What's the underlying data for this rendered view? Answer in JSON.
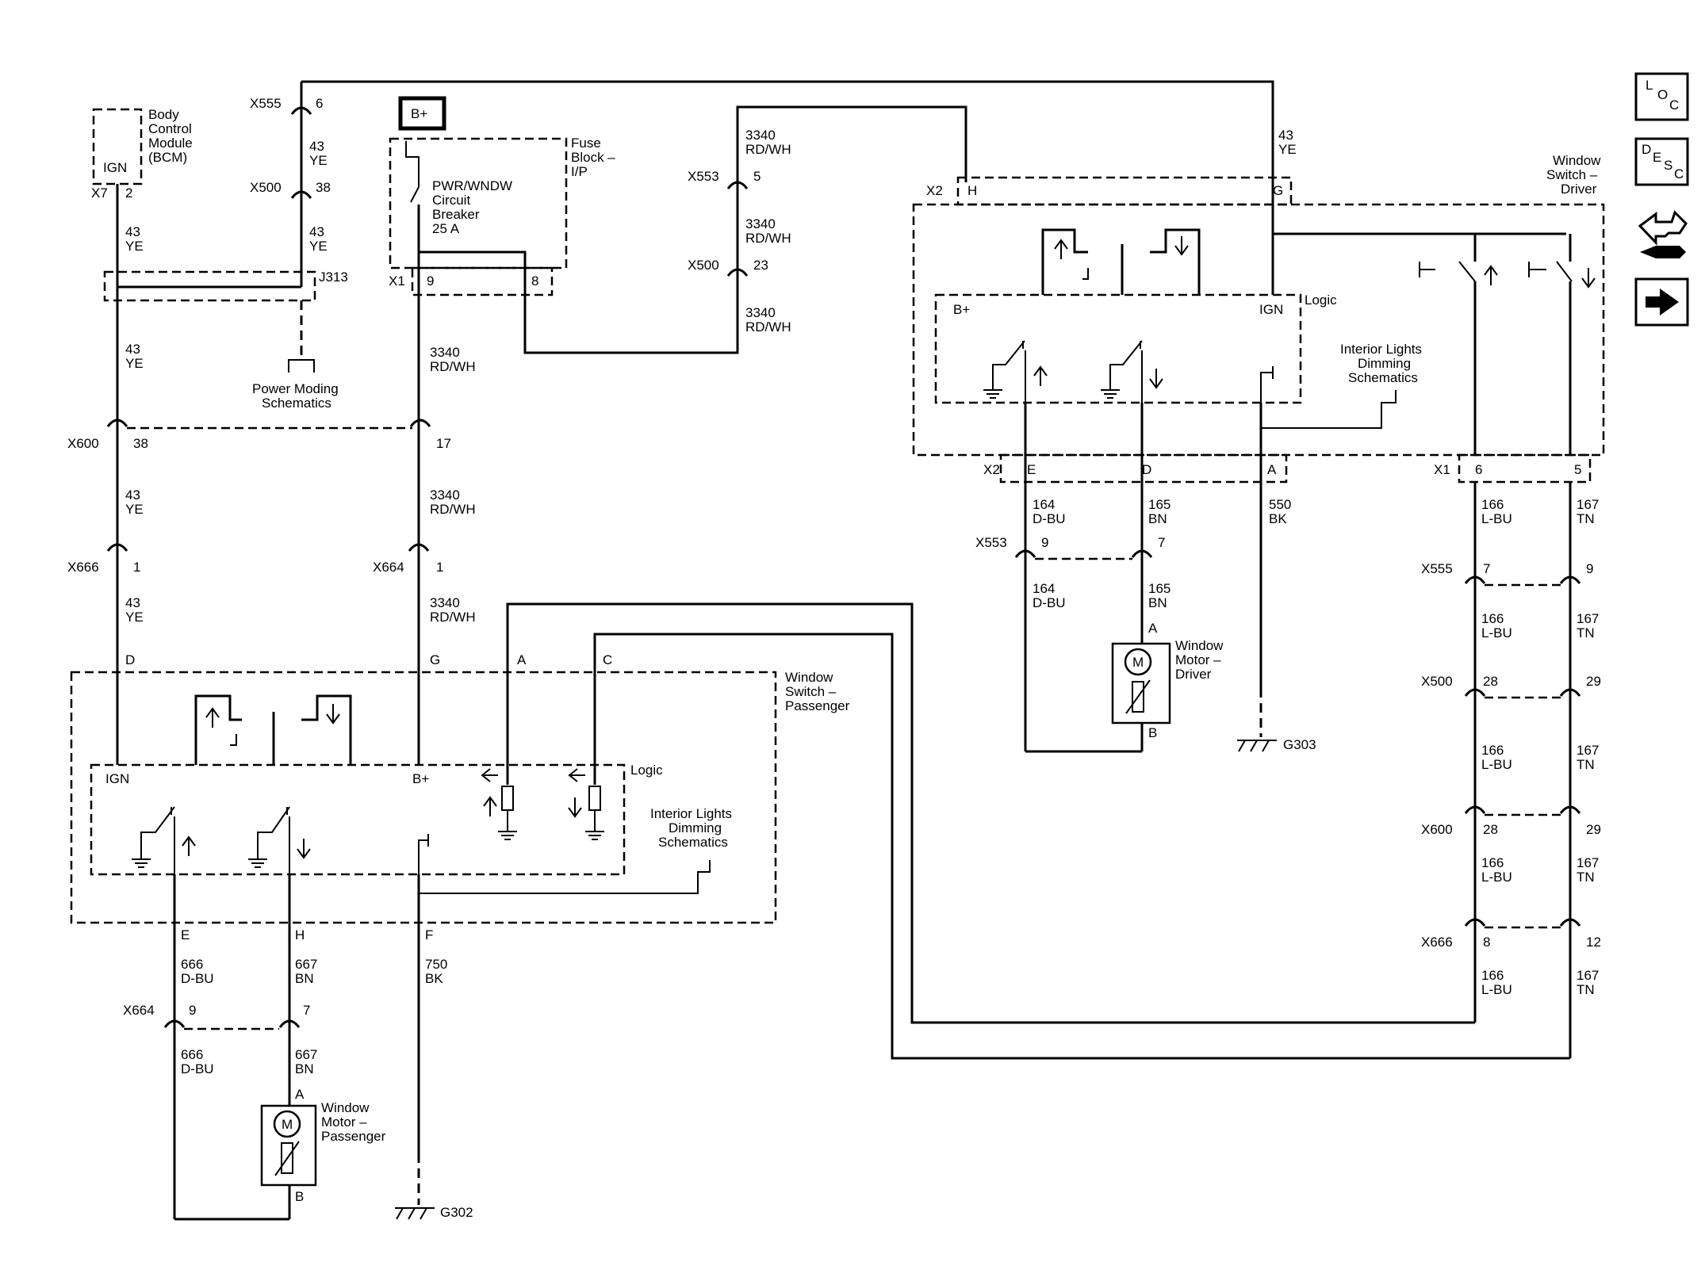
{
  "nav": {
    "loc_letters": [
      "L",
      "O",
      "C"
    ],
    "desc_letters": [
      "D",
      "E",
      "S",
      "C"
    ]
  },
  "icons": [
    "loc-icon",
    "desc-icon",
    "repair-icon",
    "next-arrow-icon",
    "b-plus-icon",
    "ground-icon",
    "motor-icon",
    "switch-icon"
  ],
  "labels": {
    "b_plus": "B+",
    "bcm": [
      "Body",
      "Control",
      "Module",
      "(BCM)"
    ],
    "bcm_ign": "IGN",
    "bcm_conn": "X7",
    "bcm_pin": "2",
    "fuse_block": [
      "Fuse",
      "Block –",
      "I/P"
    ],
    "breaker": [
      "PWR/WNDW",
      "Circuit",
      "Breaker",
      "25 A"
    ],
    "fuse_conn": "X1",
    "fuse_pin_9": "9",
    "fuse_pin_8": "8",
    "j313": "J313",
    "power_moding": [
      "Power Moding",
      "Schematics"
    ],
    "driver_switch": [
      "Window",
      "Switch –",
      "Driver"
    ],
    "passenger_switch": [
      "Window",
      "Switch –",
      "Passenger"
    ],
    "logic": "Logic",
    "ign": "IGN",
    "b_plus_pin": "B+",
    "interior": [
      "Interior Lights",
      "Dimming",
      "Schematics"
    ],
    "driver_motor": [
      "Window",
      "Motor –",
      "Driver"
    ],
    "passenger_motor": [
      "Window",
      "Motor –",
      "Passenger"
    ],
    "motor_m": "M",
    "g302": "G302",
    "g303": "G303"
  },
  "connectors": {
    "x555_top": {
      "name": "X555",
      "pin": "6"
    },
    "x500_top": {
      "name": "X500",
      "pin": "38"
    },
    "x553_top": {
      "name": "X553",
      "pin": "5"
    },
    "x500_mid": {
      "name": "X500",
      "pin": "23"
    },
    "x600_left": {
      "name": "X600",
      "pin_a": "38",
      "pin_b": "17"
    },
    "x666_left": {
      "name": "X666",
      "pin": "1"
    },
    "x664_mid": {
      "name": "X664",
      "pin": "1"
    },
    "x2_top": {
      "name": "X2",
      "pin_h": "H",
      "pin_g": "G"
    },
    "x2_bottom": {
      "name": "X2",
      "pin_e": "E",
      "pin_d": "D",
      "pin_a": "A"
    },
    "x1_right": {
      "name": "X1",
      "pin_6": "6",
      "pin_5": "5"
    },
    "x553_mid": {
      "name": "X553",
      "pin_a": "9",
      "pin_b": "7"
    },
    "x555_right": {
      "name": "X555",
      "pin_a": "7",
      "pin_b": "9"
    },
    "x500_right": {
      "name": "X500",
      "pin_a": "28",
      "pin_b": "29"
    },
    "x600_right": {
      "name": "X600",
      "pin_a": "28",
      "pin_b": "29"
    },
    "x666_right": {
      "name": "X666",
      "pin_a": "8",
      "pin_b": "12"
    },
    "x664_bottom": {
      "name": "X664",
      "pin_a": "9",
      "pin_b": "7"
    }
  },
  "pins": {
    "pass_d": "D",
    "pass_g": "G",
    "pass_a": "A",
    "pass_c": "C",
    "pass_e": "E",
    "pass_h": "H",
    "pass_f": "F",
    "motor_a": "A",
    "motor_b": "B"
  },
  "wires": {
    "c43": [
      "43",
      "YE"
    ],
    "c3340": [
      "3340",
      "RD/WH"
    ],
    "c164": [
      "164",
      "D-BU"
    ],
    "c165": [
      "165",
      "BN"
    ],
    "c550": [
      "550",
      "BK"
    ],
    "c166": [
      "166",
      "L-BU"
    ],
    "c167": [
      "167",
      "TN"
    ],
    "c666": [
      "666",
      "D-BU"
    ],
    "c667": [
      "667",
      "BN"
    ],
    "c750": [
      "750",
      "BK"
    ]
  }
}
